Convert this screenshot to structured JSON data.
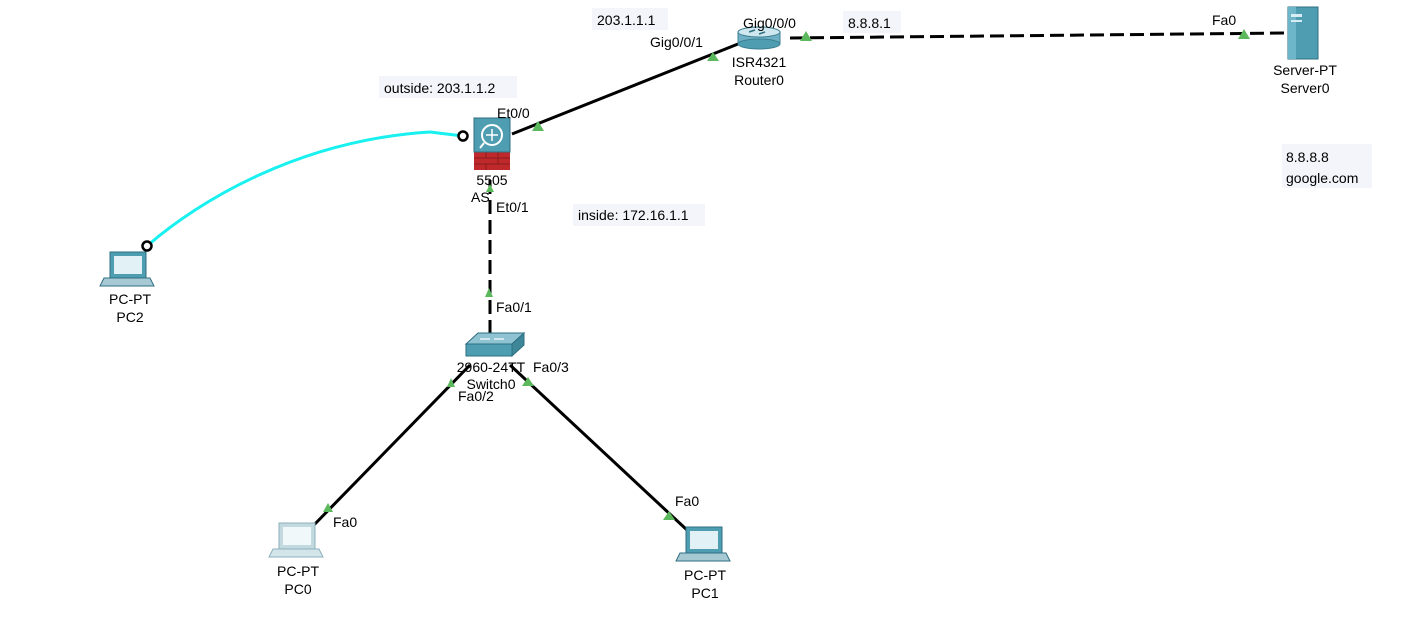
{
  "colors": {
    "link": "#000000",
    "console": "#19f0f0",
    "port_up": "#5cb85c",
    "device_teal": "#4f9db1",
    "firewall_red": "#c0292b",
    "note_bg": "#f3f5fa"
  },
  "devices": {
    "router": {
      "model": "ISR4321",
      "name": "Router0",
      "icon": "router-icon"
    },
    "server": {
      "model": "Server-PT",
      "name": "Server0",
      "icon": "server-icon"
    },
    "asa": {
      "model": "5505",
      "name": "AS",
      "icon": "firewall-icon"
    },
    "switch": {
      "model": "2960-24TT",
      "name": "Switch0",
      "icon": "switch-icon"
    },
    "pc0": {
      "model": "PC-PT",
      "name": "PC0",
      "icon": "pc-icon"
    },
    "pc1": {
      "model": "PC-PT",
      "name": "PC1",
      "icon": "pc-icon"
    },
    "pc2": {
      "model": "PC-PT",
      "name": "PC2",
      "icon": "pc-icon"
    }
  },
  "ports": {
    "router_g001": "Gig0/0/1",
    "router_g000": "Gig0/0/0",
    "server_fa0": "Fa0",
    "asa_et00": "Et0/0",
    "asa_et01": "Et0/1",
    "switch_fa01": "Fa0/1",
    "switch_fa02": "Fa0/2",
    "switch_fa03": "Fa0/3",
    "pc0_fa0": "Fa0",
    "pc1_fa0": "Fa0"
  },
  "notes": {
    "ip_203_1_1_1": "203.1.1.1",
    "outside": "outside: 203.1.1.2",
    "ip_8_8_8_1": "8.8.8.1",
    "inside": "inside: 172.16.1.1",
    "google_ip": "8.8.8.8",
    "google_name": "google.com"
  }
}
